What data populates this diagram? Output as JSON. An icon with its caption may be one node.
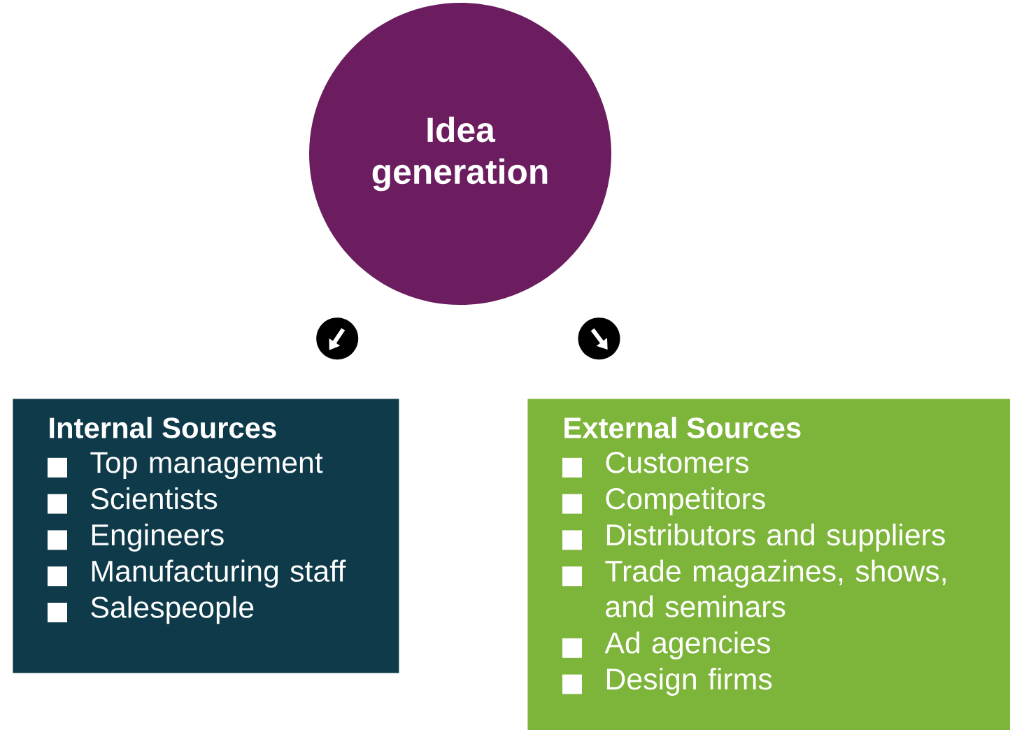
{
  "diagram": {
    "nodes": [
      {
        "text": [
          "Idea generation"
        ]
      },
      {
        "text": [
          "Internal Sources",
          "Top management",
          "Scientists",
          "Engineers",
          "Manufacturing staff",
          "Salespeople"
        ]
      },
      {
        "text": [
          "External Sources",
          "Customers",
          "Competitors",
          "Distributors and suppliers",
          "Trade magazines, shows, and seminars",
          "Ad agencies",
          "Design firms"
        ]
      }
    ],
    "edges": [
      {
        "from": 0,
        "to": 1,
        "arrow": "to"
      },
      {
        "from": 0,
        "to": 2,
        "arrow": "to"
      }
    ]
  }
}
